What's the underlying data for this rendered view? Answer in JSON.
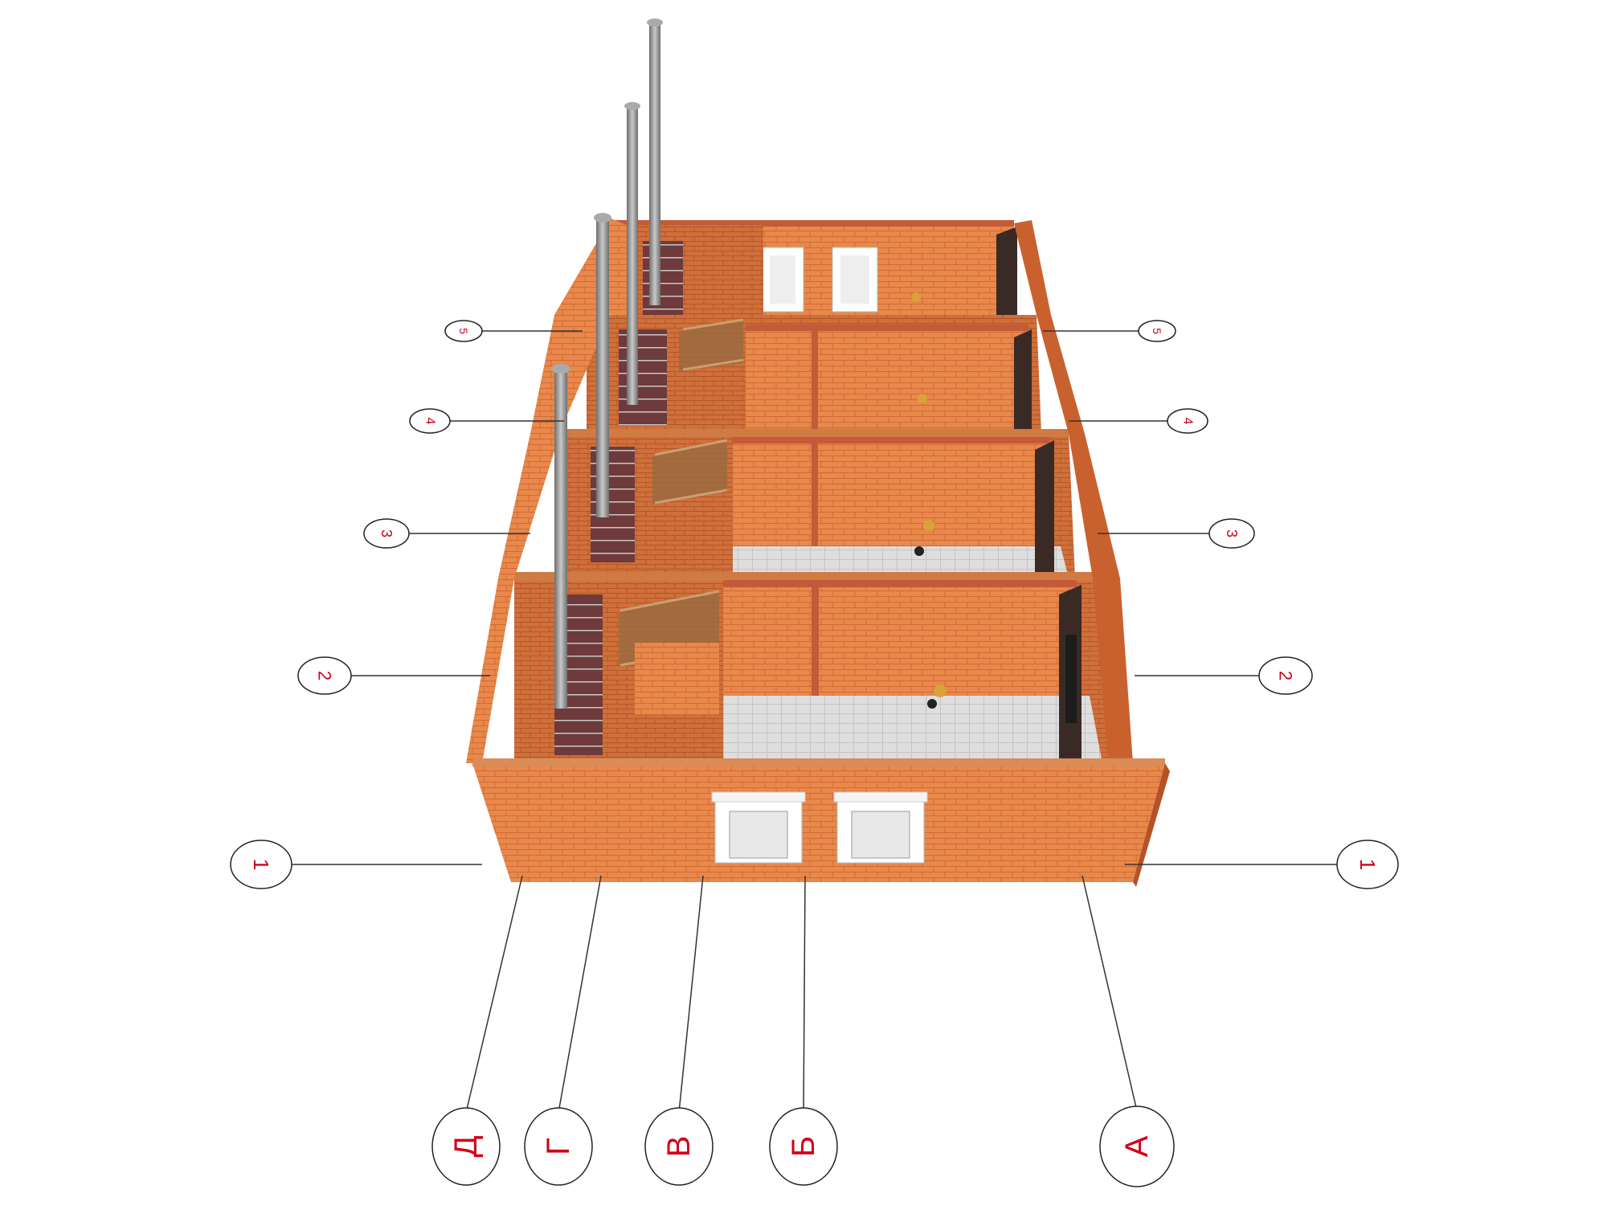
{
  "diagram": {
    "row_axes": [
      "1",
      "2",
      "3",
      "4",
      "5"
    ],
    "column_axes": [
      "Д",
      "Г",
      "В",
      "Б",
      "А"
    ]
  },
  "colors": {
    "brick": "#e8884a",
    "brick_dark": "#c9602c",
    "brick_top": "#d97a44",
    "coping": "#b5483a",
    "floor": "#d9d9d9",
    "stair": "#6b3a3a",
    "pipe": "#8d8d8d",
    "axis_text": "#d0021b",
    "axis_line": "#333333"
  }
}
